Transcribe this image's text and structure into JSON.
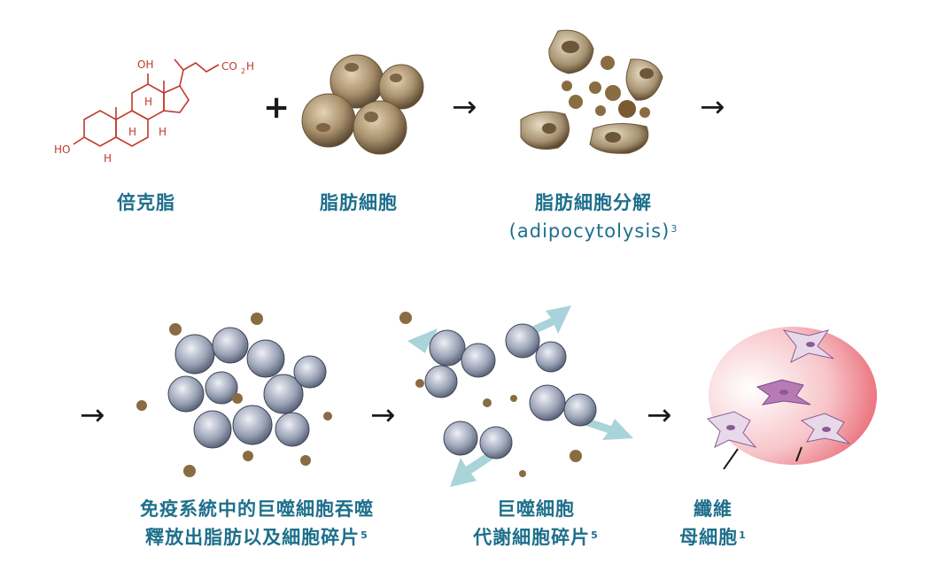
{
  "molecule": {
    "oh_top": "OH",
    "oh_left": "HO",
    "acid": "CO",
    "acid_sub": "2",
    "acid_h": "H",
    "h1": "H",
    "h2": "H",
    "h3": "H",
    "h4": "H"
  },
  "operators": {
    "plus": "+",
    "arrow": "→"
  },
  "labels": {
    "deoxycholic": "倍克脂",
    "fat_cells": "脂肪細胞",
    "adipocytolysis": "脂肪細胞分解",
    "adipocytolysis_en": "(adipocytolysis)",
    "adipocytolysis_ref": "3",
    "macrophage_line1": "免疫系統中的巨噬細胞吞噬",
    "macrophage_line2": "釋放出脂肪以及細胞碎片",
    "macrophage_ref": "5",
    "metabolize_line1": "巨噬細胞",
    "metabolize_line2": "代謝細胞碎片",
    "metabolize_ref": "5",
    "fibro_line1": "纖維",
    "fibro_line2": "母細胞",
    "fibro_ref": "1"
  },
  "colors": {
    "label_text": "#1e6f8c",
    "molecule": "#c0392b",
    "fat_cell": "#a58b68",
    "debris": "#b08a4a",
    "macrophage": "#8a93a8",
    "flow_arrow": "#9ecfd6",
    "tissue": "#e75a66"
  }
}
